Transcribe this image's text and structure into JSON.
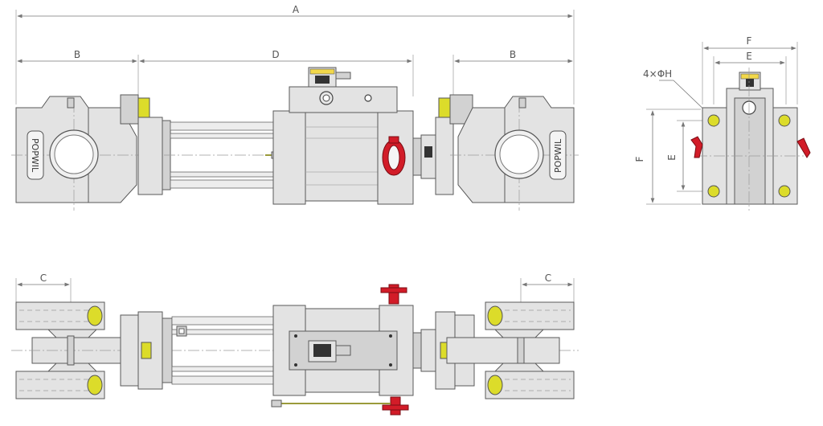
{
  "dimensions": {
    "overall_length": "A",
    "end_block_length": "B",
    "offset": "C",
    "body_length": "D",
    "inner_width": "E",
    "outer_width": "F",
    "mount_holes": "4×ΦH"
  },
  "brand": "POPWIL",
  "colors": {
    "body": "#e3e3e3",
    "yellow_part": "#dcdc2a",
    "red_part": "#d21c28",
    "outline": "#5a5a5a"
  }
}
